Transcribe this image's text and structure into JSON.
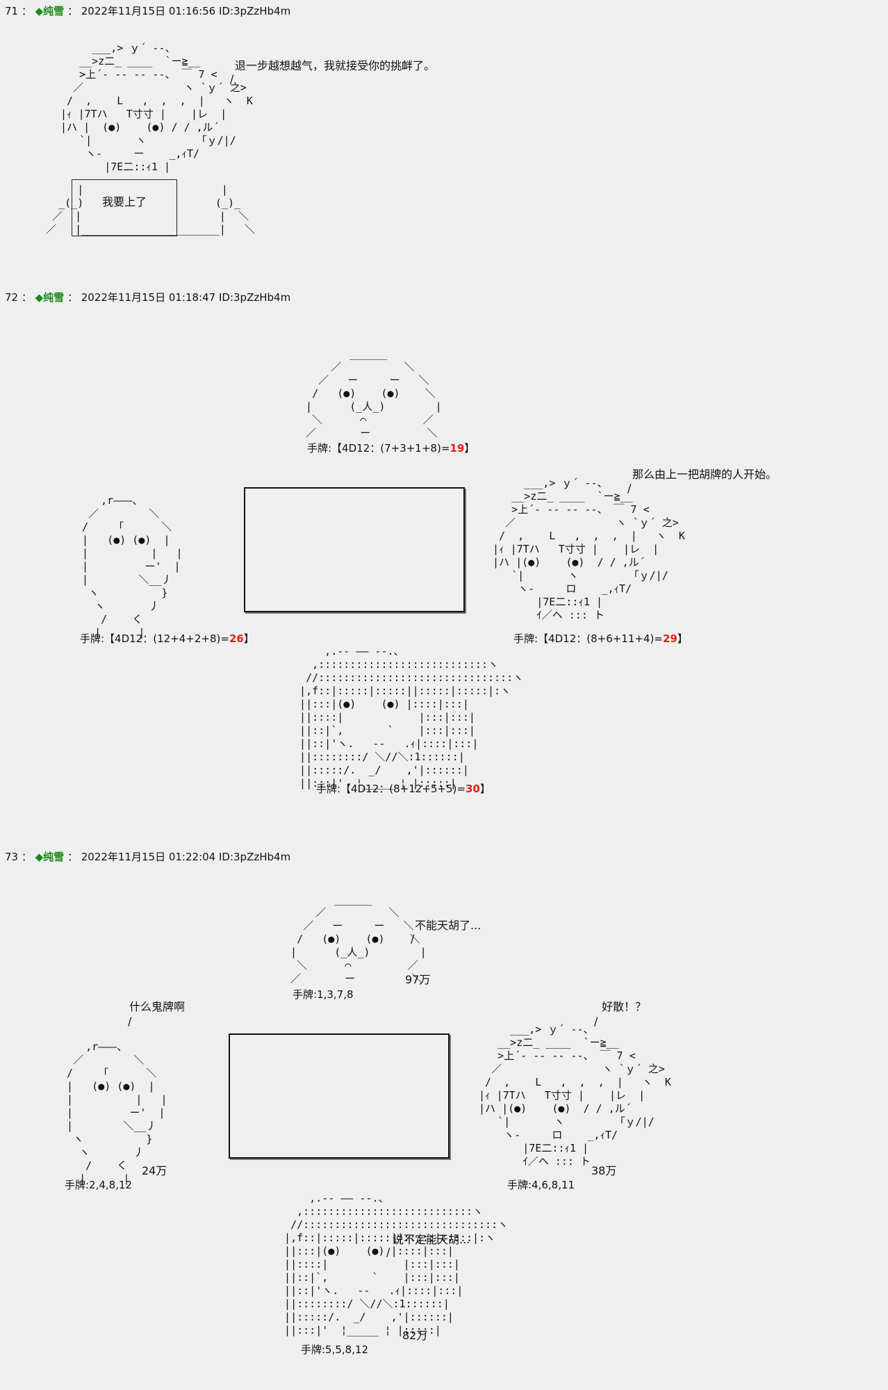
{
  "posts": [
    {
      "no": "71",
      "name": "◆纯雪",
      "date": "2022年11月15日 01:16:56 ID:3pZzHb4m",
      "speech": "退一步越想越气，我就接受你的挑衅了。",
      "sign_text": "我要上了"
    },
    {
      "no": "72",
      "name": "◆纯雪",
      "date": "2022年11月15日 01:18:47 ID:3pZzHb4m",
      "speech": "那么由上一把胡牌的人开始。",
      "top_hand": "手牌:【4D12：(7+3+1+8)=",
      "top_total": "19",
      "left_hand": "手牌:【4D12：(12+4+2+8)=",
      "left_total": "26",
      "right_hand": "手牌:【4D12：(8+6+11+4)=",
      "right_total": "29",
      "bottom_hand": "手牌:【4D12：(8+12+5+5)=",
      "bottom_total": "30",
      "bracket_close": "】"
    },
    {
      "no": "73",
      "name": "◆纯雪",
      "date": "2022年11月15日 01:22:04 ID:3pZzHb4m",
      "top_speech": "不能天胡了...",
      "top_score": "97万",
      "top_hand": "手牌:1,3,7,8",
      "left_speech": "什么鬼牌啊",
      "left_score": "24万",
      "left_hand": "手牌:2,4,8,12",
      "right_speech": "好散！？",
      "right_score": "38万",
      "right_hand": "手牌:4,6,8,11",
      "bottom_speech": "说不定能天胡...",
      "bottom_score": "82万",
      "bottom_hand": "手牌:5,5,8,12"
    }
  ]
}
